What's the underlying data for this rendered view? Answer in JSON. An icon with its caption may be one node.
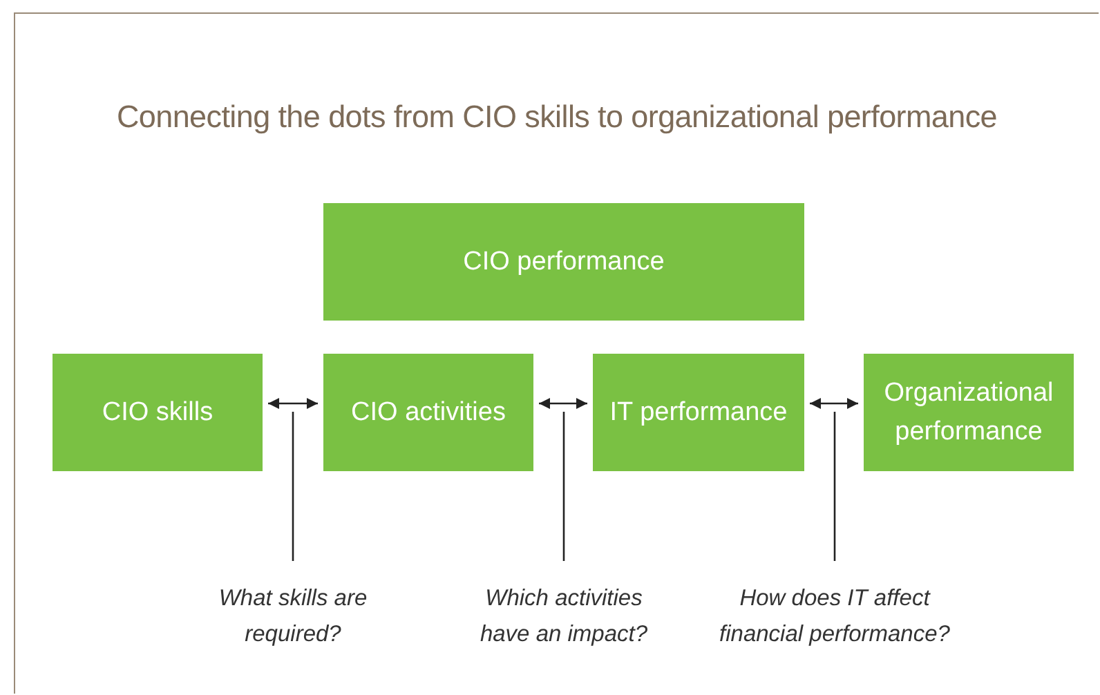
{
  "diagram": {
    "title": "Connecting the dots from CIO skills to organizational performance",
    "nodes": [
      {
        "text": [
          "CIO performance"
        ]
      },
      {
        "text": [
          "CIO skills"
        ]
      },
      {
        "text": [
          "CIO activities"
        ]
      },
      {
        "text": [
          "IT performance"
        ]
      },
      {
        "text": [
          "Organizational performance"
        ]
      },
      {
        "text": [
          "What skills are required?"
        ]
      },
      {
        "text": [
          "Which activities have an impact?"
        ]
      },
      {
        "text": [
          "How does IT affect financial performance?"
        ]
      }
    ],
    "edges": [
      {
        "from": 1,
        "to": 2,
        "arrow": "both"
      },
      {
        "from": 2,
        "to": 3,
        "arrow": "both"
      },
      {
        "from": 3,
        "to": 4,
        "arrow": "both"
      },
      {
        "from": 5,
        "to": null,
        "arrow": "none"
      },
      {
        "from": 6,
        "to": null,
        "arrow": "none"
      },
      {
        "from": 7,
        "to": null,
        "arrow": "none"
      }
    ]
  }
}
